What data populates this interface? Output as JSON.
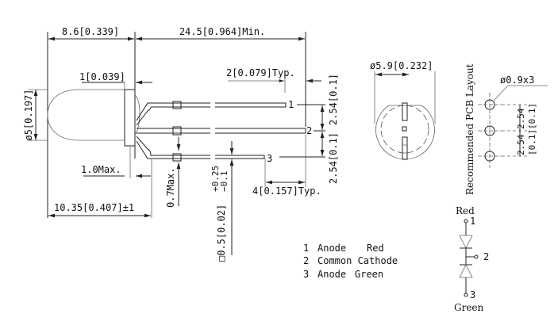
{
  "side_view": {
    "dim_body_length": "8.6[0.339]",
    "dim_lead_length": "24.5[0.964]Min.",
    "dim_flange": "1[0.039]",
    "dim_lead_bend": "2[0.079]Typ.",
    "dim_diameter": "ø5[0.197]",
    "dim_flange_max": "1.0Max.",
    "dim_overall": "10.35[0.407]±1",
    "dim_standoff": "0.7Max.",
    "dim_lead_square": "□0.5[0.02]",
    "dim_lead_tol_plus": "+0.25",
    "dim_lead_tol_minus": "−0.1",
    "dim_lead_end": "4[0.157]Typ.",
    "dim_pitch_top": "2.54[0.1]",
    "dim_pitch_bottom": "2.54[0.1]",
    "pin_labels": [
      "1",
      "2",
      "3"
    ]
  },
  "front_view": {
    "dim_flange_diameter": "ø5.9[0.232]"
  },
  "pcb_layout": {
    "title": "Recommended PCB Layout",
    "hole_spec": "ø0.9x3",
    "pitch_mm_top": "2.54",
    "pitch_mm_bottom": "2.54",
    "pitch_in_top": "[0.1]",
    "pitch_in_bottom": "[0.1]"
  },
  "pin_legend": [
    {
      "num": "1",
      "name": "Anode",
      "color": "Red"
    },
    {
      "num": "2",
      "name": "Common Cathode",
      "color": ""
    },
    {
      "num": "3",
      "name": "Anode",
      "color": "Green"
    }
  ],
  "schematic": {
    "top_label": "Red",
    "bottom_label": "Green",
    "pin1": "1",
    "pin2": "2",
    "pin3": "3"
  }
}
